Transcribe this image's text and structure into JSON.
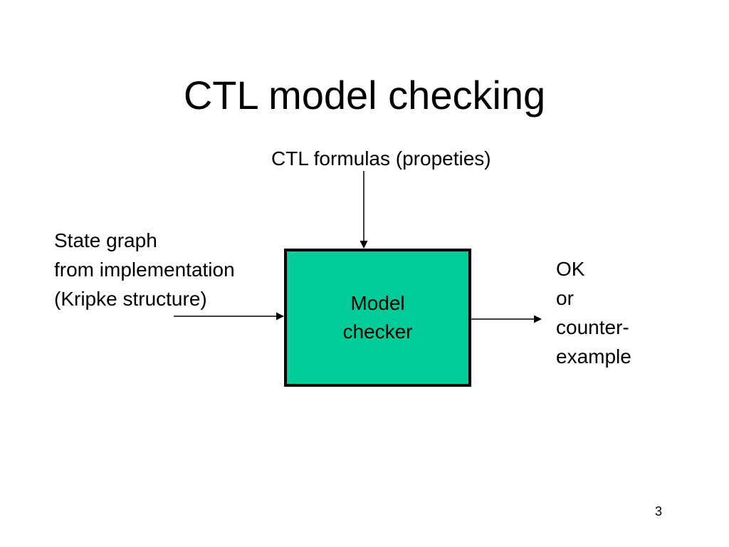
{
  "slide": {
    "title": "CTL model checking",
    "page_number": "3"
  },
  "diagram": {
    "formulas_label": "CTL formulas (propeties)",
    "input_lines": [
      "State graph",
      "from implementation",
      "(Kripke structure)"
    ],
    "box_lines": [
      "Model",
      "checker"
    ],
    "output_lines": [
      "OK",
      "or",
      "counter-",
      "example"
    ],
    "box_fill": "#00CC99"
  }
}
